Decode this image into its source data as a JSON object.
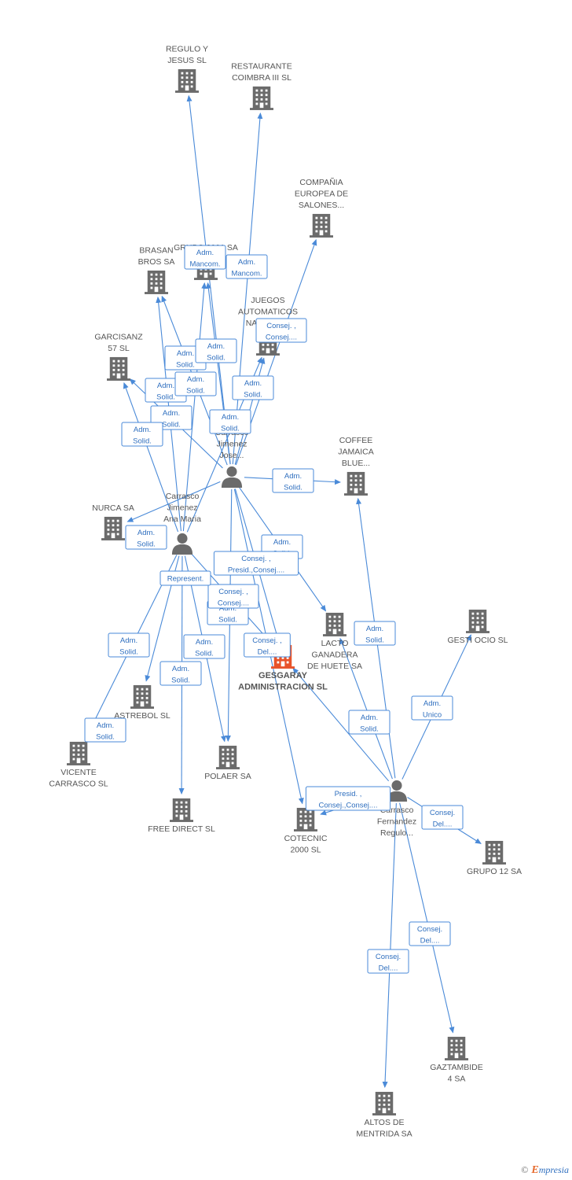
{
  "footer": {
    "copyright": "©",
    "brand_initial": "E",
    "brand_rest": "mpresia"
  },
  "colors": {
    "edge": "#4a8ad8",
    "company": "#6b6b6b",
    "focus": "#e8532a",
    "person": "#6b6b6b",
    "edge_text": "#2f6fbf"
  },
  "nodes": [
    {
      "id": "regulo",
      "kind": "company",
      "label": [
        "REGULO Y",
        "JESUS SL"
      ]
    },
    {
      "id": "coimbra",
      "kind": "company",
      "label": [
        "RESTAURANTE",
        "COIMBRA III SL"
      ]
    },
    {
      "id": "compania",
      "kind": "company",
      "label": [
        "COMPAÑIA",
        "EUROPEA DE",
        "SALONES..."
      ]
    },
    {
      "id": "brasan",
      "kind": "company",
      "label": [
        "BRASAN",
        "BROS SA"
      ]
    },
    {
      "id": "grupo2001",
      "kind": "company",
      "label": [
        "GRUPO 2001 SA"
      ]
    },
    {
      "id": "juegos",
      "kind": "company",
      "label": [
        "JUEGOS",
        "AUTOMATICOS",
        "NACIDOS..."
      ]
    },
    {
      "id": "garcisanz",
      "kind": "company",
      "label": [
        "GARCISANZ",
        "57 SL"
      ]
    },
    {
      "id": "coffee",
      "kind": "company",
      "label": [
        "COFFEE",
        "JAMAICA",
        "BLUE..."
      ]
    },
    {
      "id": "nurca",
      "kind": "company",
      "label": [
        "NURCA SA"
      ]
    },
    {
      "id": "lacto",
      "kind": "company",
      "label": [
        "LACTO",
        "GANADERA",
        "DE HUETE SA"
      ]
    },
    {
      "id": "gestiocio",
      "kind": "company",
      "label": [
        "GESTI OCIO SL"
      ]
    },
    {
      "id": "gesgaray",
      "kind": "focus",
      "label": [
        "GESGARAY",
        "ADMINISTRACION SL"
      ]
    },
    {
      "id": "astrebol",
      "kind": "company",
      "label": [
        "ASTREBOL SL"
      ]
    },
    {
      "id": "vicente",
      "kind": "company",
      "label": [
        "VICENTE",
        "CARRASCO SL"
      ]
    },
    {
      "id": "polaer",
      "kind": "company",
      "label": [
        "POLAER SA"
      ]
    },
    {
      "id": "freedirect",
      "kind": "company",
      "label": [
        "FREE DIRECT  SL"
      ]
    },
    {
      "id": "cotecnic",
      "kind": "company",
      "label": [
        "COTECNIC",
        "2000 SL"
      ]
    },
    {
      "id": "grupo12",
      "kind": "company",
      "label": [
        "GRUPO 12 SA"
      ]
    },
    {
      "id": "gaztambide",
      "kind": "company",
      "label": [
        "GAZTAMBIDE",
        "4 SA"
      ]
    },
    {
      "id": "altos",
      "kind": "company",
      "label": [
        "ALTOS DE",
        "MENTRIDA SA"
      ]
    },
    {
      "id": "p_jose",
      "kind": "person",
      "label": [
        "Carrasco",
        "Jimenez",
        "Jose..."
      ]
    },
    {
      "id": "p_ana",
      "kind": "person",
      "label": [
        "Carrasco",
        "Jimenez",
        "Ana Maria"
      ]
    },
    {
      "id": "p_regulo",
      "kind": "person",
      "label": [
        "Carrasco",
        "Fernandez",
        "Regulo..."
      ]
    }
  ],
  "edges": [
    {
      "from": "p_jose",
      "to": "regulo",
      "label": [
        "Adm.",
        "Mancom."
      ]
    },
    {
      "from": "p_jose",
      "to": "coimbra",
      "label": [
        "Adm.",
        "Mancom."
      ]
    },
    {
      "from": "p_jose",
      "to": "compania",
      "label": [
        "Consej. ,",
        "Consej...."
      ]
    },
    {
      "from": "p_jose",
      "to": "brasan",
      "label": [
        "Adm.",
        "Solid."
      ]
    },
    {
      "from": "p_jose",
      "to": "grupo2001",
      "label": [
        "Adm.",
        "Solid."
      ]
    },
    {
      "from": "p_jose",
      "to": "juegos",
      "label": [
        "Adm.",
        "Solid."
      ]
    },
    {
      "from": "p_jose",
      "to": "garcisanz",
      "label": [
        "Adm.",
        "Solid."
      ]
    },
    {
      "from": "p_jose",
      "to": "coffee",
      "label": [
        "Adm.",
        "Solid."
      ]
    },
    {
      "from": "p_jose",
      "to": "nurca",
      "label": [
        "Adm.",
        "Solid."
      ]
    },
    {
      "from": "p_jose",
      "to": "lacto",
      "label": [
        "Adm.",
        "Solid."
      ]
    },
    {
      "from": "p_jose",
      "to": "gesgaray",
      "label": [
        "Consej. ,",
        "Presid.,Consej...."
      ]
    },
    {
      "from": "p_jose",
      "to": "polaer",
      "label": [
        "Adm.",
        "Solid."
      ]
    },
    {
      "from": "p_jose",
      "to": "cotecnic",
      "label": [
        "Consej. ,",
        "Consej...."
      ]
    },
    {
      "from": "p_ana",
      "to": "brasan",
      "label": [
        "Adm.",
        "Solid."
      ]
    },
    {
      "from": "p_ana",
      "to": "grupo2001",
      "label": [
        "Adm.",
        "Solid."
      ]
    },
    {
      "from": "p_ana",
      "to": "garcisanz",
      "label": [
        "Adm.",
        "Solid."
      ]
    },
    {
      "from": "p_ana",
      "to": "astrebol",
      "label": [
        "Adm.",
        "Solid."
      ]
    },
    {
      "from": "p_ana",
      "to": "vicente",
      "label": [
        "Adm.",
        "Solid."
      ]
    },
    {
      "from": "p_ana",
      "to": "freedirect",
      "label": [
        "Adm.",
        "Solid."
      ]
    },
    {
      "from": "p_ana",
      "to": "polaer",
      "label": [
        "Adm.",
        "Solid."
      ]
    },
    {
      "from": "p_ana",
      "to": "gesgaray",
      "label": [
        "Represent."
      ]
    },
    {
      "from": "p_ana",
      "to": "juegos",
      "label": [
        "Adm.",
        "Solid."
      ]
    },
    {
      "from": "p_regulo",
      "to": "coffee",
      "label": [
        "Adm.",
        "Solid."
      ]
    },
    {
      "from": "p_regulo",
      "to": "gestiocio",
      "label": [
        "Adm.",
        "Unico"
      ]
    },
    {
      "from": "p_regulo",
      "to": "gesgaray",
      "label": [
        "Consej. ,",
        "Del...."
      ]
    },
    {
      "from": "p_regulo",
      "to": "lacto",
      "label": [
        "Adm.",
        "Solid."
      ]
    },
    {
      "from": "p_regulo",
      "to": "cotecnic",
      "label": [
        "Presid. ,",
        "Consej.,Consej...."
      ]
    },
    {
      "from": "p_regulo",
      "to": "grupo12",
      "label": [
        "Consej.",
        "Del...."
      ]
    },
    {
      "from": "p_regulo",
      "to": "gaztambide",
      "label": [
        "Consej.",
        "Del...."
      ]
    },
    {
      "from": "p_regulo",
      "to": "altos",
      "label": [
        "Consej.",
        "Del...."
      ]
    }
  ]
}
